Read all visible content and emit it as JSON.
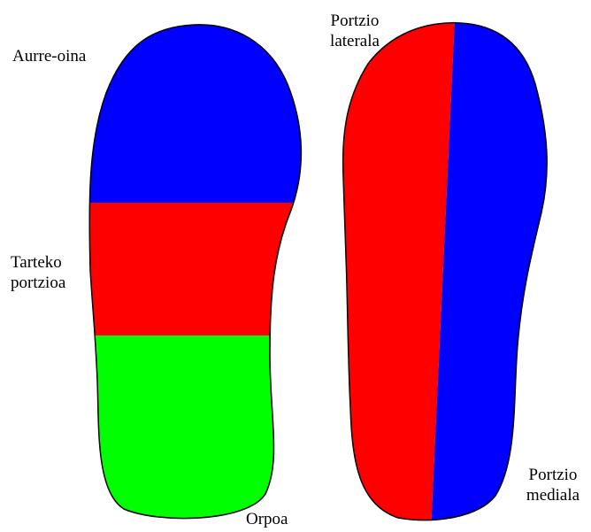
{
  "colors": {
    "forefoot": "#0000ff",
    "midfoot": "#ff0000",
    "rearfoot": "#00ff00",
    "lateral": "#ff0000",
    "medial": "#0000ff",
    "outline": "#000000",
    "background": "#ffffff"
  },
  "left_insole": {
    "forefoot_label": "Aurre-oina",
    "midfoot_label": [
      "Tarteko",
      "portzioa"
    ],
    "rearfoot_label": "Orpoa"
  },
  "right_insole": {
    "lateral_label": [
      "Portzio",
      "laterala"
    ],
    "medial_label": [
      "Portzio",
      "mediala"
    ]
  }
}
